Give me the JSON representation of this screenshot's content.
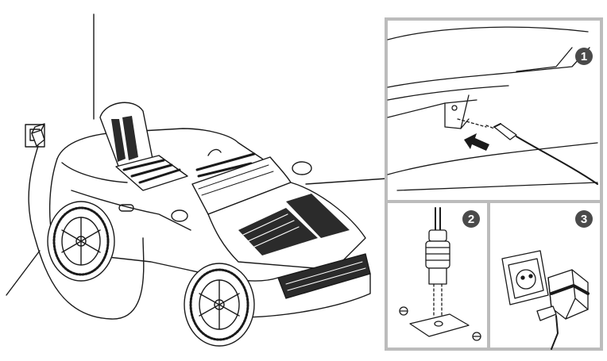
{
  "colors": {
    "line": "#1a1a1a",
    "panel_frame": "#bcbcbc",
    "badge": "#4a4a4a",
    "badge_text": "#ffffff",
    "dark_fill": "#2b2b2b"
  },
  "steps": [
    {
      "number": "1",
      "subject": "connector-port-under-car-body"
    },
    {
      "number": "2",
      "subject": "plug-into-charging-socket"
    },
    {
      "number": "3",
      "subject": "adapter-into-wall-outlet"
    }
  ],
  "icons": [
    "ride-on-car-icon",
    "wall-outlet-icon",
    "power-adapter-icon",
    "charging-plug-icon",
    "insert-arrow-icon"
  ]
}
